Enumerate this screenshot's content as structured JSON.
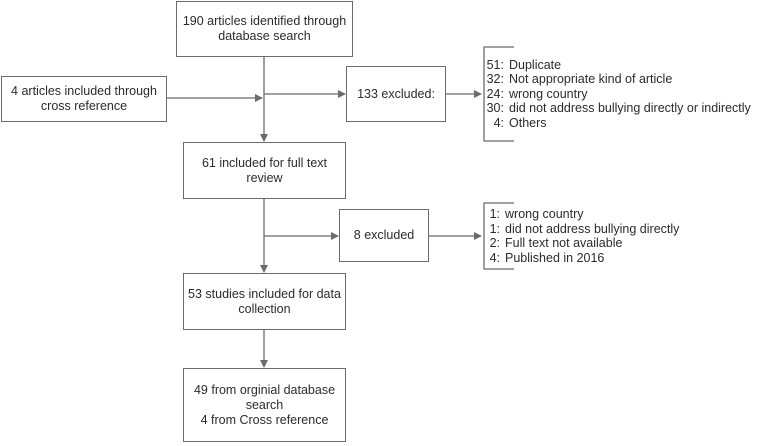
{
  "boxes": {
    "identified": [
      "190 articles identified through",
      "database search"
    ],
    "cross_reference": [
      "4 articles included through",
      "cross reference"
    ],
    "excluded_first": [
      "133 excluded:"
    ],
    "full_text": [
      "61 included for full text",
      "review"
    ],
    "excluded_second": [
      "8 excluded"
    ],
    "data_collection": [
      "53 studies included for data",
      "collection"
    ],
    "final": [
      "49 from orginial database",
      "search",
      "4 from Cross reference"
    ]
  },
  "exclusion_reasons_first": [
    {
      "count": "51:",
      "reason": "Duplicate"
    },
    {
      "count": "32:",
      "reason": "Not appropriate kind of article"
    },
    {
      "count": "24:",
      "reason": "wrong country"
    },
    {
      "count": "30:",
      "reason": "did not address bullying directly or indirectly"
    },
    {
      "count": "4:",
      "reason": "Others"
    }
  ],
  "exclusion_reasons_second": [
    {
      "count": "1:",
      "reason": "wrong country"
    },
    {
      "count": "1:",
      "reason": "did not address bullying directly"
    },
    {
      "count": "2:",
      "reason": "Full text not available"
    },
    {
      "count": "4:",
      "reason": "Published in 2016"
    }
  ],
  "colors": {
    "line": "#6b6b6b",
    "text": "#2b2b2b"
  }
}
